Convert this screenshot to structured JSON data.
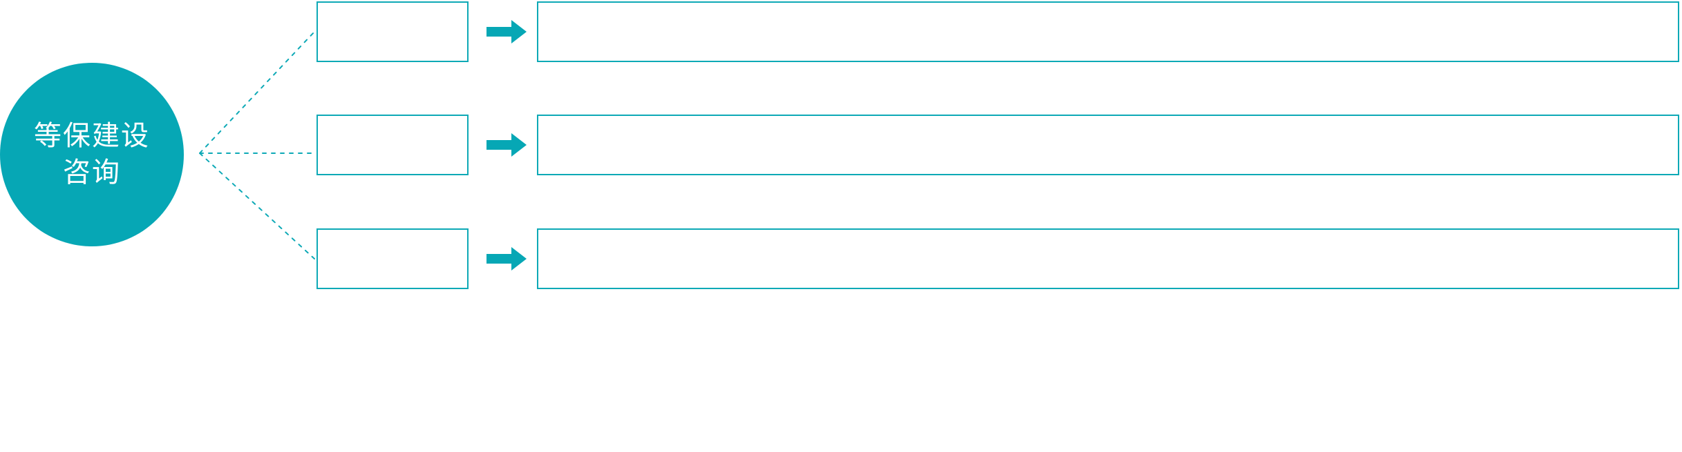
{
  "diagram": {
    "type": "hub-and-spoke-process",
    "background_color": "#FFFFFF",
    "accent_color": "#06A7B5",
    "border_color": "#0DA9B6",
    "hub": {
      "name": "center-hub-circle",
      "shape": "circle",
      "fill_color": "#06A7B5",
      "text_color": "#FFFFFF",
      "lines": [
        "等保建设",
        "咨询"
      ]
    },
    "connector": {
      "name": "dotted-fan-connector",
      "style": "dotted",
      "color": "#0DA9B6",
      "branch_count": 3
    },
    "arrow_icon": {
      "name": "right-arrow-icon",
      "glyph": "→",
      "fill_color": "#06A7B5"
    },
    "rows": [
      {
        "index": 1,
        "stage_label": "",
        "detail_label": ""
      },
      {
        "index": 2,
        "stage_label": "",
        "detail_label": ""
      },
      {
        "index": 3,
        "stage_label": "",
        "detail_label": ""
      }
    ]
  }
}
